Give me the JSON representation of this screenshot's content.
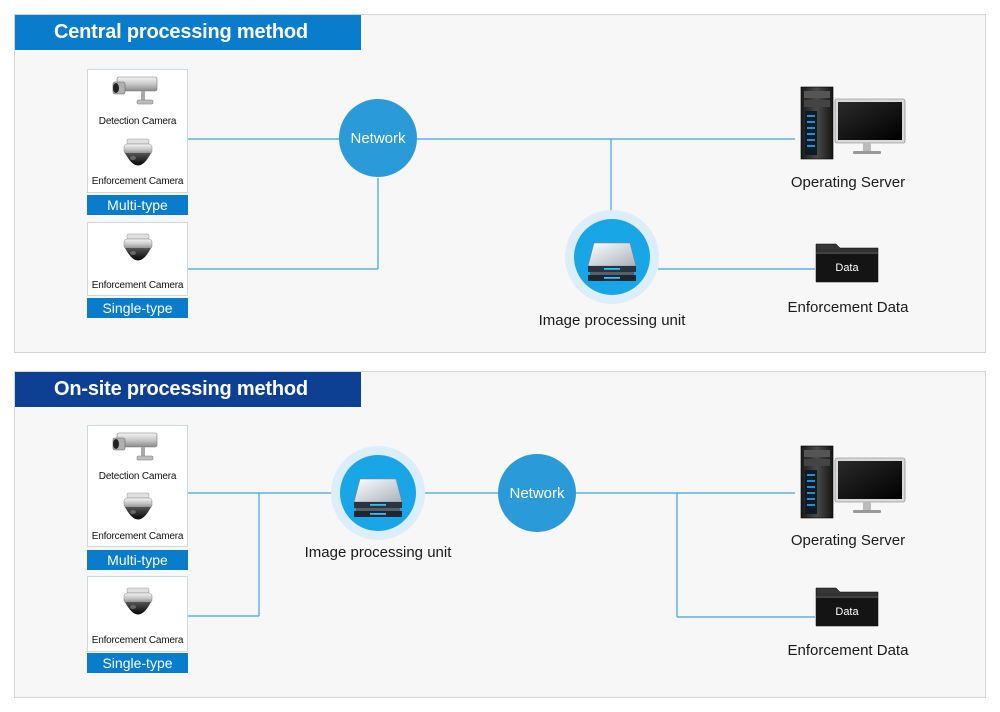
{
  "central": {
    "title": "Central processing method",
    "multi": {
      "detection_label": "Detection Camera",
      "enforcement_label": "Enforcement Camera",
      "type_label": "Multi-type"
    },
    "single": {
      "enforcement_label": "Enforcement Camera",
      "type_label": "Single-type"
    },
    "network_label": "Network",
    "ipu_label": "Image processing unit",
    "server_label": "Operating Server",
    "data_label": "Enforcement Data",
    "folder_text": "Data"
  },
  "onsite": {
    "title": "On-site processing method",
    "multi": {
      "detection_label": "Detection Camera",
      "enforcement_label": "Enforcement Camera",
      "type_label": "Multi-type"
    },
    "single": {
      "enforcement_label": "Enforcement Camera",
      "type_label": "Single-type"
    },
    "network_label": "Network",
    "ipu_label": "Image processing unit",
    "server_label": "Operating Server",
    "data_label": "Enforcement Data",
    "folder_text": "Data"
  },
  "colors": {
    "accent_blue": "#0a7ccc",
    "navy": "#0d3f92",
    "network_circle": "#2b9ad8",
    "wire": "#3fa3dc"
  },
  "icons": {
    "detection_camera": "box-camera-icon",
    "enforcement_camera": "dome-camera-icon",
    "image_processing_unit": "processing-device-icon",
    "operating_server": "server-monitor-icon",
    "enforcement_data": "folder-icon"
  }
}
